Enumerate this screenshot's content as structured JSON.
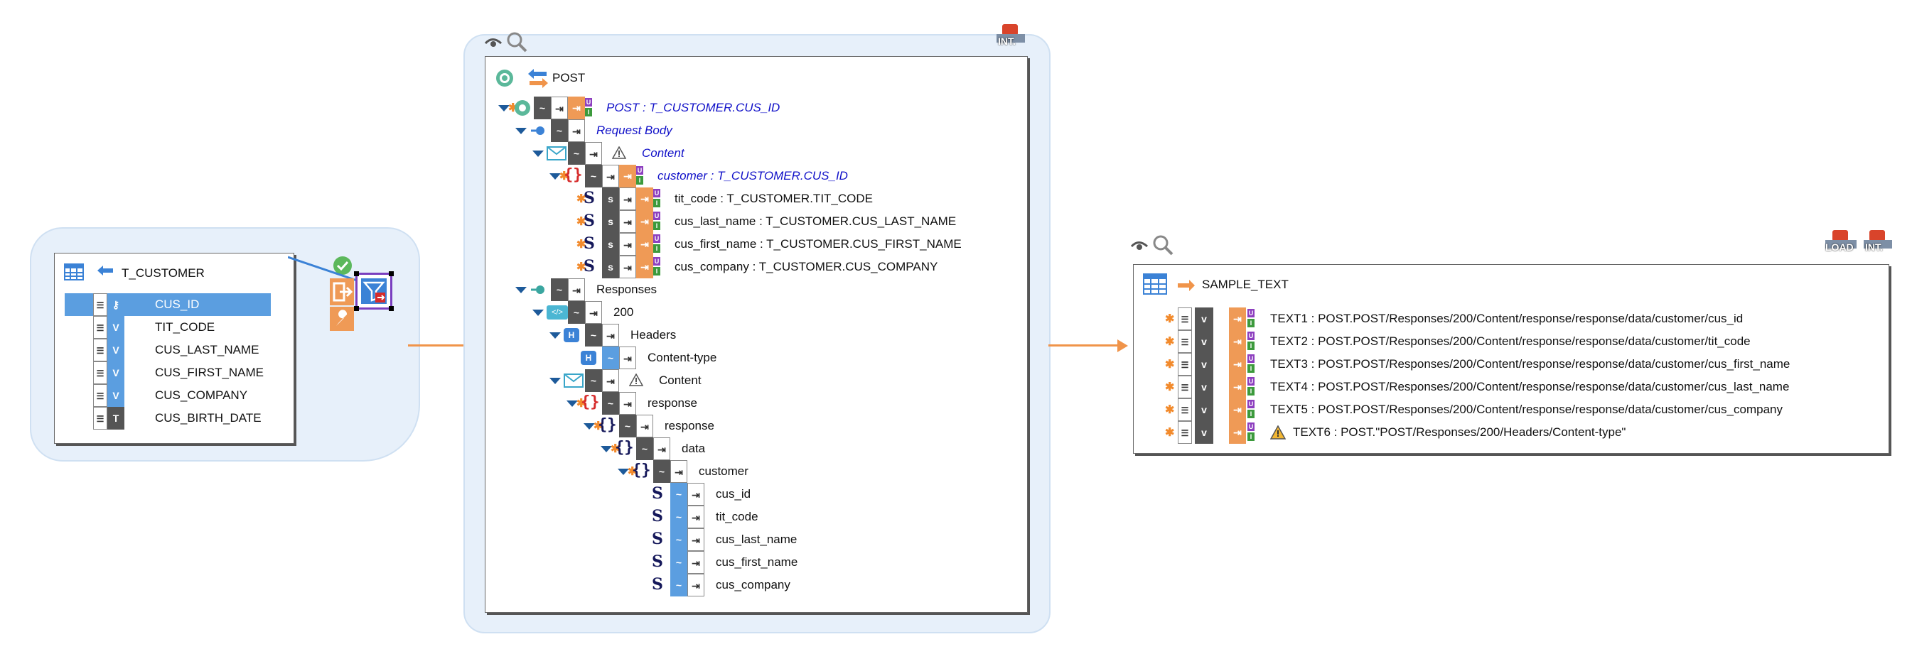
{
  "source": {
    "title": "T_CUSTOMER",
    "columns": [
      {
        "label": "CUS_ID",
        "type": "key",
        "selected": true
      },
      {
        "label": "TIT_CODE",
        "type": "V"
      },
      {
        "label": "CUS_LAST_NAME",
        "type": "V"
      },
      {
        "label": "CUS_FIRST_NAME",
        "type": "V"
      },
      {
        "label": "CUS_COMPANY",
        "type": "V"
      },
      {
        "label": "CUS_BIRTH_DATE",
        "type": "T"
      }
    ]
  },
  "post": {
    "title": "POST",
    "tree": [
      {
        "label": "POST : T_CUSTOMER.CUS_ID",
        "blue": true
      },
      {
        "label": "Request Body",
        "blue": true
      },
      {
        "label": "Content",
        "blue": true
      },
      {
        "label": "customer : T_CUSTOMER.CUS_ID",
        "blue": true
      },
      {
        "label": "tit_code : T_CUSTOMER.TIT_CODE"
      },
      {
        "label": "cus_last_name : T_CUSTOMER.CUS_LAST_NAME"
      },
      {
        "label": "cus_first_name : T_CUSTOMER.CUS_FIRST_NAME"
      },
      {
        "label": "cus_company : T_CUSTOMER.CUS_COMPANY"
      },
      {
        "label": "Responses"
      },
      {
        "label": "200"
      },
      {
        "label": "Headers"
      },
      {
        "label": "Content-type"
      },
      {
        "label": "Content"
      },
      {
        "label": "response"
      },
      {
        "label": "response"
      },
      {
        "label": "data"
      },
      {
        "label": "customer"
      },
      {
        "label": "cus_id"
      },
      {
        "label": "tit_code"
      },
      {
        "label": "cus_last_name"
      },
      {
        "label": "cus_first_name"
      },
      {
        "label": "cus_company"
      }
    ]
  },
  "target": {
    "title": "SAMPLE_TEXT",
    "columns": [
      {
        "label": "TEXT1 : POST.POST/Responses/200/Content/response/response/data/customer/cus_id"
      },
      {
        "label": "TEXT2 : POST.POST/Responses/200/Content/response/response/data/customer/tit_code"
      },
      {
        "label": "TEXT3 : POST.POST/Responses/200/Content/response/response/data/customer/cus_first_name"
      },
      {
        "label": "TEXT4 : POST.POST/Responses/200/Content/response/response/data/customer/cus_last_name"
      },
      {
        "label": "TEXT5 : POST.POST/Responses/200/Content/response/response/data/customer/cus_company"
      },
      {
        "label": "TEXT6 : POST.\"POST/Responses/200/Headers/Content-type\"",
        "warning": true
      }
    ]
  },
  "badges": {
    "int": "INT.",
    "load": "LOAD"
  },
  "colors": {
    "accent_orange": "#f0944a",
    "selection_blue": "#5b9ee0",
    "blob_blue": "#e7f0fa",
    "key_blue": "#1010c8"
  }
}
